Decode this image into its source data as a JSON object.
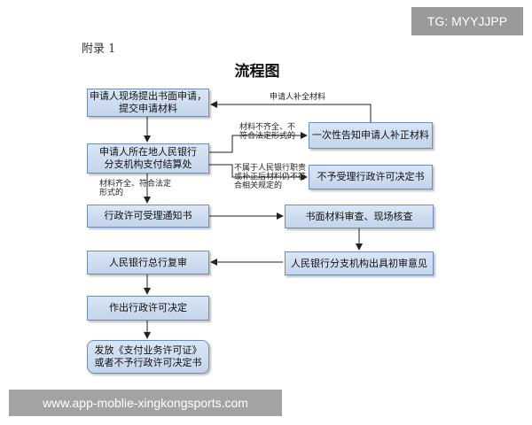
{
  "badge": "TG: MYYJJPP",
  "appendix": "附录 1",
  "title": "流程图",
  "nodes": {
    "n1": "申请人现场提出书面申请，\n提交申请材料",
    "n2": "申请人所在地人民银行\n分支机构支付结算处",
    "n3": "一次性告知申请人补正材料",
    "n4": "不予受理行政许可决定书",
    "n5": "行政许可受理通知书",
    "n6": "书面材料审查、现场核查",
    "n7": "人民银行总行复审",
    "n8": "人民银行分支机构出具初审意见",
    "n9": "作出行政许可决定",
    "n10": "发放《支付业务许可证》\n或者不予行政许可决定书"
  },
  "labels": {
    "supplement": "申请人补全材料",
    "incomplete": "材料不齐全、不\n符合法定形式的",
    "not_in_scope": "不属于人民银行职责\n或补正后材料仍不符\n合相关规定的",
    "complete": "材料齐全、符合法定\n形式的"
  },
  "footer": "www.app-moblie-xingkongsports.com"
}
